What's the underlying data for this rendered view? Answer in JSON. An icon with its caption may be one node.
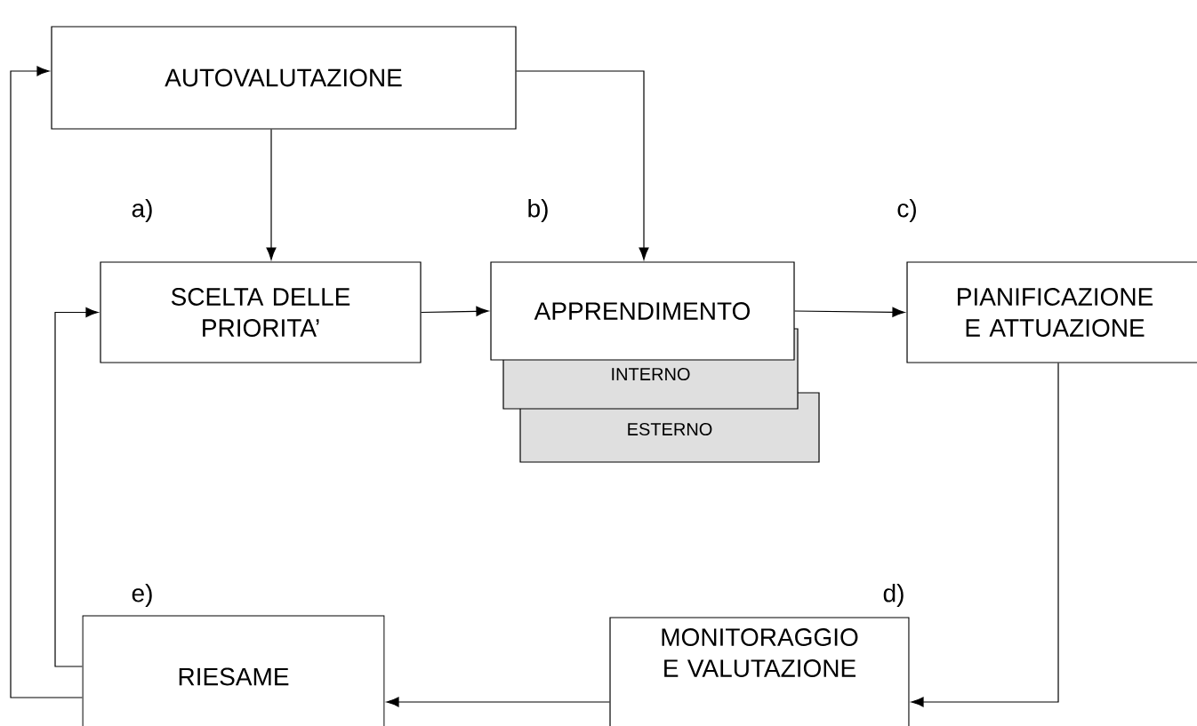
{
  "diagram": {
    "nodes": [
      {
        "text": [
          "AUTOVALUTAZIONE"
        ]
      },
      {
        "text": [
          "SCELTA DELLE PRIORITA’"
        ]
      },
      {
        "text": [
          "APPRENDIMENTO"
        ]
      },
      {
        "text": [
          "INTERNO"
        ]
      },
      {
        "text": [
          "ESTERNO"
        ]
      },
      {
        "text": [
          "PIANIFICAZIONE E ATTUAZIONE"
        ]
      },
      {
        "text": [
          "MONITORAGGIO E VALUTAZIONE"
        ]
      },
      {
        "text": [
          "RIESAME"
        ]
      }
    ],
    "edges": [
      {
        "from": 0,
        "to": 1,
        "arrow": "to"
      },
      {
        "from": 0,
        "to": 2,
        "arrow": "to"
      },
      {
        "from": 1,
        "to": 2,
        "arrow": "to"
      },
      {
        "from": 2,
        "to": 5,
        "arrow": "to"
      },
      {
        "from": 5,
        "to": 6,
        "arrow": "to"
      },
      {
        "from": 6,
        "to": 7,
        "arrow": "to"
      },
      {
        "from": 7,
        "to": 0,
        "arrow": "to"
      },
      {
        "from": 7,
        "to": 1,
        "arrow": "to"
      }
    ],
    "labels": [
      "a)",
      "b)",
      "c)",
      "d)",
      "e)"
    ]
  }
}
